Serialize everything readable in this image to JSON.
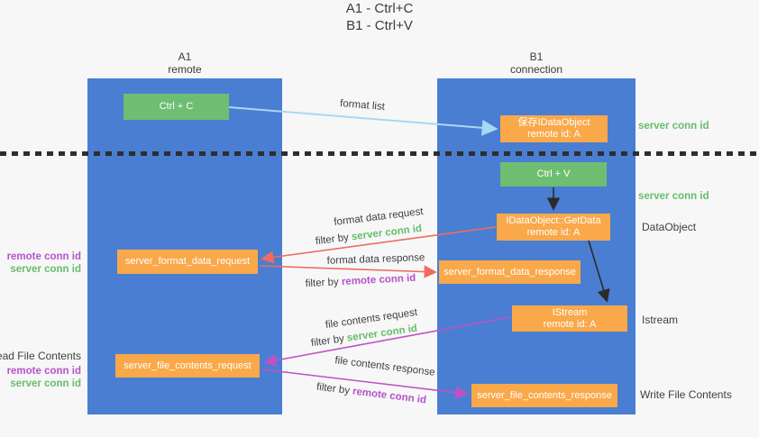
{
  "title": {
    "line1": "A1 - Ctrl+C",
    "line2": "B1 - Ctrl+V"
  },
  "columns": {
    "a1": {
      "name": "A1",
      "subtitle": "remote"
    },
    "b1": {
      "name": "B1",
      "subtitle": "connection"
    }
  },
  "boxes": {
    "ctrl_c": "Ctrl + C",
    "ctrl_v": "Ctrl + V",
    "save_dataobject": {
      "line1": "保存IDataObject",
      "line2": "remote id: A"
    },
    "getdata": {
      "line1": "IDataObject::GetData",
      "line2": "remote id: A"
    },
    "istream": {
      "line1": "IStream",
      "line2": "remote id: A"
    },
    "format_request": "server_format_data_request",
    "format_response": "server_format_data_response",
    "file_request": "server_file_contents_request",
    "file_response": "server_file_contents_response"
  },
  "labels": {
    "format_list": "format list",
    "format_data_request": "format data request",
    "format_data_response": "format data response",
    "file_contents_request": "file contents request",
    "file_contents_response": "file contents response",
    "filter_by": "filter by ",
    "server_conn_id": "server conn id",
    "remote_conn_id": "remote conn id",
    "dataobject": "DataObject",
    "istream": "Istream",
    "read_file_contents": "Read File Contents",
    "write_file_contents": "Write File Contents"
  },
  "colors": {
    "column_blue": "#4a7ed2",
    "box_green": "#6ebe71",
    "box_orange": "#f9a84a",
    "arrow_salmon": "#ec6d5f",
    "arrow_magenta": "#bf52c5",
    "arrow_light_blue": "#a9d7f4",
    "arrow_black": "#2b2b2b",
    "text_green": "#67bd6b",
    "text_purple": "#b553cb",
    "text_dark": "#3f3f3f",
    "background": "#f7f7f7"
  }
}
